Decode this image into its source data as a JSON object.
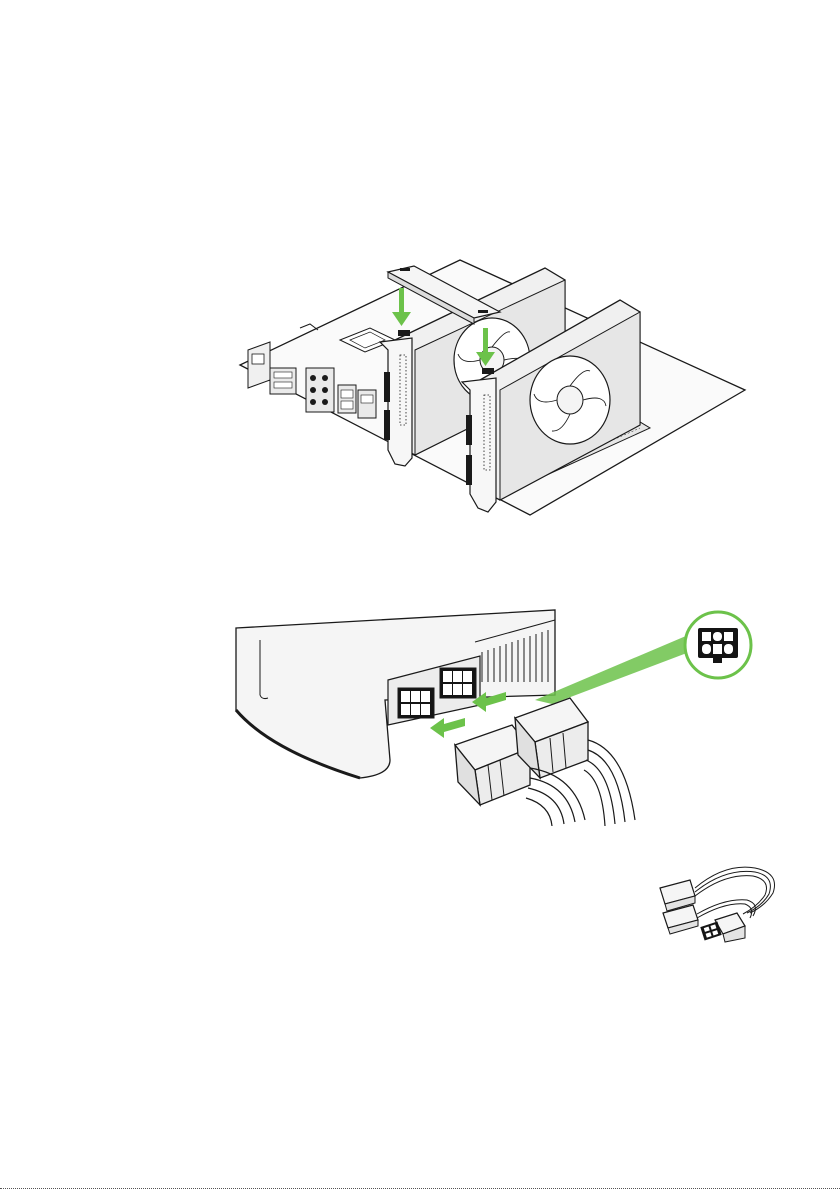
{
  "colors": {
    "arrow": "#6cc24a",
    "outline": "#1a1a1a",
    "fill_light": "#f2f2f2",
    "fill_mid": "#e3e3e3",
    "connector_black": "#141414"
  },
  "figures": [
    {
      "id": "sli-installation",
      "icons": [
        "motherboard-icon",
        "graphics-card-icon",
        "sli-bridge-icon",
        "down-arrow-icon"
      ]
    },
    {
      "id": "power-connection",
      "icons": [
        "graphics-card-icon",
        "pcie-power-connector-icon",
        "insert-arrow-icon",
        "connector-pinout-callout-icon"
      ]
    },
    {
      "id": "power-adapter-cable",
      "icons": [
        "molex-to-pcie-adapter-icon"
      ]
    }
  ]
}
